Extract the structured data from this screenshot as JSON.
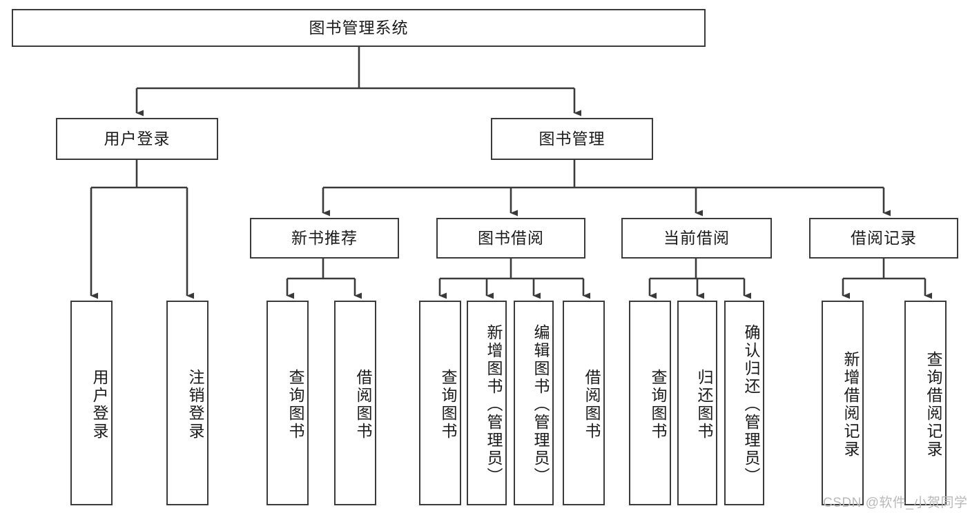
{
  "diagram": {
    "title": "图书管理系统",
    "watermark": "CSDN @软件_小贺同学",
    "colors": {
      "stroke": "#3a3a3a",
      "background": "#ffffff",
      "text": "#1a1a1a",
      "watermark": "#b9b9b9"
    },
    "root": {
      "label": "图书管理系统"
    },
    "level2": [
      {
        "label": "用户登录"
      },
      {
        "label": "图书管理"
      }
    ],
    "level3": [
      {
        "label": "新书推荐"
      },
      {
        "label": "图书借阅"
      },
      {
        "label": "当前借阅"
      },
      {
        "label": "借阅记录"
      }
    ],
    "leaves": {
      "user_login": [
        {
          "label": "用户登录"
        },
        {
          "label": "注销登录"
        }
      ],
      "new_book_recommend": [
        {
          "label": "查询图书"
        },
        {
          "label": "借阅图书"
        }
      ],
      "book_borrow": [
        {
          "label": "查询图书"
        },
        {
          "label": "新增图书（管理员）"
        },
        {
          "label": "编辑图书（管理员）"
        },
        {
          "label": "借阅图书"
        }
      ],
      "current_borrow": [
        {
          "label": "查询图书"
        },
        {
          "label": "归还图书"
        },
        {
          "label": "确认归还（管理员）"
        }
      ],
      "borrow_record": [
        {
          "label": "新增借阅记录"
        },
        {
          "label": "查询借阅记录"
        }
      ]
    }
  }
}
